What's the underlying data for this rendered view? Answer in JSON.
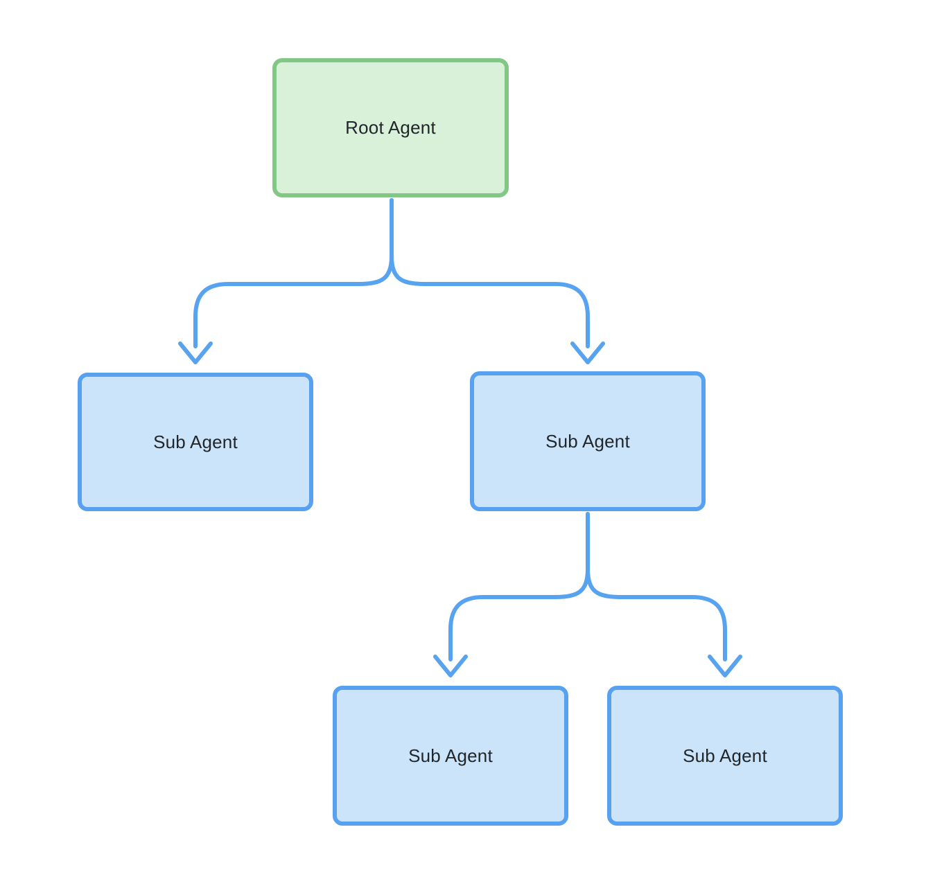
{
  "diagram": {
    "type": "tree",
    "nodes": [
      {
        "id": "root",
        "label": "Root Agent",
        "role": "root"
      },
      {
        "id": "sub-left",
        "label": "Sub Agent",
        "role": "sub"
      },
      {
        "id": "sub-right",
        "label": "Sub Agent",
        "role": "sub"
      },
      {
        "id": "sub-right-left",
        "label": "Sub Agent",
        "role": "sub"
      },
      {
        "id": "sub-right-right",
        "label": "Sub Agent",
        "role": "sub"
      }
    ],
    "edges": [
      {
        "from": "root",
        "to": "sub-left"
      },
      {
        "from": "root",
        "to": "sub-right"
      },
      {
        "from": "sub-right",
        "to": "sub-right-left"
      },
      {
        "from": "sub-right",
        "to": "sub-right-right"
      }
    ],
    "colors": {
      "root_fill": "#d9f0d9",
      "root_border": "#82c785",
      "sub_fill": "#cce4fa",
      "sub_border": "#57a1f0",
      "connector": "#58a3f0",
      "text": "#21262b",
      "background": "#ffffff"
    }
  }
}
